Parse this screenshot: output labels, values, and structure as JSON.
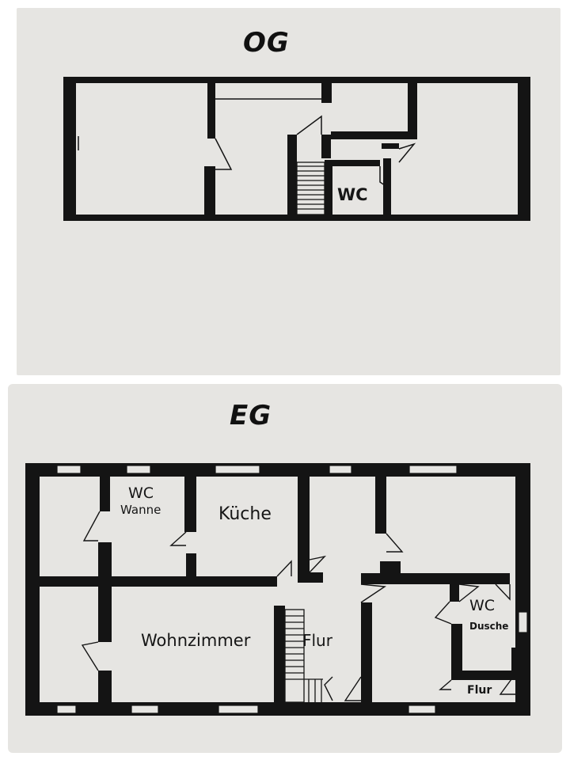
{
  "floors": {
    "og": {
      "title": "OG",
      "rooms": {
        "wc": "WC"
      }
    },
    "eg": {
      "title": "EG",
      "rooms": {
        "wc_wanne_line1": "WC",
        "wc_wanne_line2": "Wanne",
        "kueche": "Küche",
        "wohnzimmer": "Wohnzimmer",
        "flur": "Flur",
        "wc_dusche_line1": "WC",
        "wc_dusche_line2": "Dusche",
        "flur_small": "Flur"
      }
    }
  },
  "colors": {
    "paper": "#e6e5e2",
    "ink": "#141414",
    "background": "#ffffff"
  }
}
